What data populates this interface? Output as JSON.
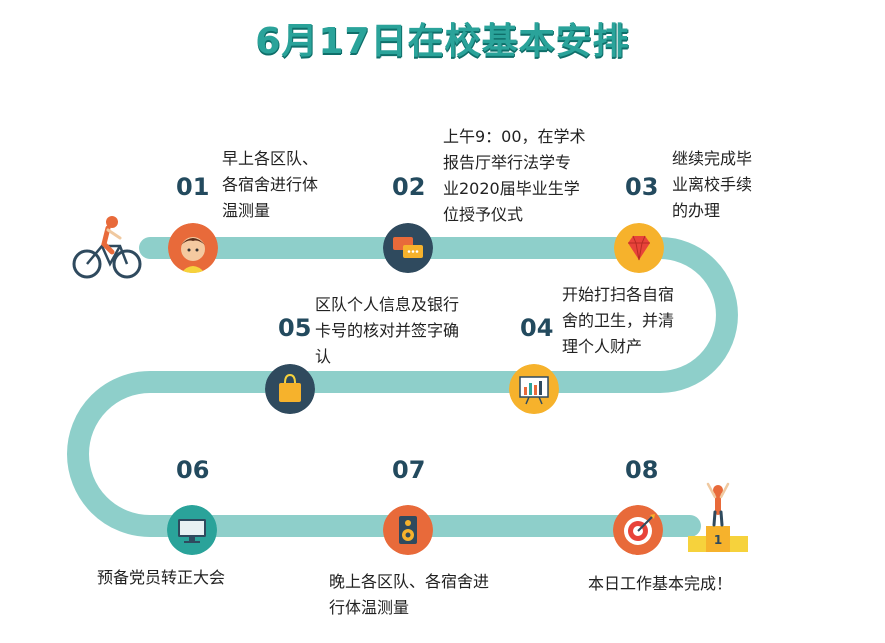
{
  "title": "6月17日在校基本安排",
  "steps": [
    {
      "num": "01",
      "lines": [
        "早上各区队、",
        "各宿舍进行体",
        "温测量"
      ],
      "icon": "boy-face-icon",
      "color": "#e86a3a"
    },
    {
      "num": "02",
      "lines": [
        "上午9：00，在学术",
        "报告厅举行法学专",
        "业2020届毕业生学",
        "位授予仪式"
      ],
      "icon": "chat-bubbles-icon",
      "color": "#2f4a5e"
    },
    {
      "num": "03",
      "lines": [
        "继续完成毕",
        "业离校手续",
        "的办理"
      ],
      "icon": "gem-icon",
      "color": "#f6b22c"
    },
    {
      "num": "04",
      "lines": [
        "开始打扫各自宿",
        "舍的卫生，并清",
        "理个人财产"
      ],
      "icon": "presentation-chart-icon",
      "color": "#f6b22c"
    },
    {
      "num": "05",
      "lines": [
        "区队个人信息及银行",
        "卡号的核对并签字确",
        "认"
      ],
      "icon": "shopping-bag-icon",
      "color": "#2f4a5e"
    },
    {
      "num": "06",
      "lines": [
        "预备党员转正大会"
      ],
      "icon": "monitor-icon",
      "color": "#2aa39a"
    },
    {
      "num": "07",
      "lines": [
        "晚上各区队、各宿舍进",
        "行体温测量"
      ],
      "icon": "speaker-icon",
      "color": "#e86a3a"
    },
    {
      "num": "08",
      "lines": [
        "本日工作基本完成！"
      ],
      "icon": "target-icon",
      "color": "#e86a3a"
    }
  ],
  "podium_label": "1",
  "colors": {
    "track": "#8ecfca",
    "title": "#2aa39a",
    "number": "#234a5e"
  }
}
